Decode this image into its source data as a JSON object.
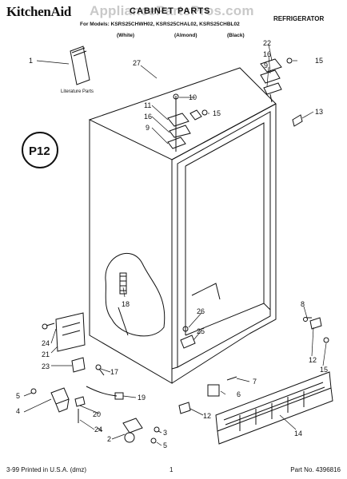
{
  "header": {
    "brand": "KitchenAid",
    "watermark": "AppliancePartsPros.com",
    "title": "CABINET PARTS",
    "product": "REFRIGERATOR",
    "model_line": "For Models: KSRS25CHWH02, KSRS25CHAL02, KSRS25CHBL02",
    "finish_white": "(White)",
    "finish_almond": "(Almond)",
    "finish_black": "(Black)"
  },
  "stamp": "P12",
  "literature_label": "Literature Parts",
  "callouts": [
    "1",
    "27",
    "22",
    "16",
    "9",
    "15",
    "10",
    "11",
    "16",
    "9",
    "15",
    "13",
    "18",
    "26",
    "25",
    "24",
    "21",
    "23",
    "17",
    "5",
    "4",
    "20",
    "19",
    "24",
    "2",
    "3",
    "5",
    "7",
    "6",
    "12",
    "8",
    "12",
    "15",
    "14"
  ],
  "footer": {
    "printed": "3-99 Printed in U.S.A. (dmz)",
    "page": "1",
    "part_no": "Part No. 4396816"
  }
}
